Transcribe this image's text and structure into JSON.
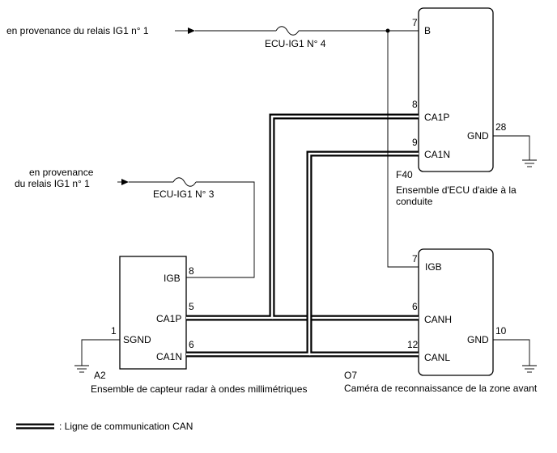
{
  "sources": {
    "top": "en provenance du relais IG1 n° 1",
    "left_line1": "en provenance",
    "left_line2": "du relais IG1 n° 1"
  },
  "fuses": {
    "fuse1": "ECU-IG1 N° 4",
    "fuse2": "ECU-IG1 N° 3"
  },
  "components": {
    "f40": {
      "code": "F40",
      "name_line1": "Ensemble d'ECU d'aide à la",
      "name_line2": "conduite",
      "pins": {
        "b": {
          "num": "7",
          "label": "B"
        },
        "ca1p": {
          "num": "8",
          "label": "CA1P"
        },
        "ca1n": {
          "num": "9",
          "label": "CA1N"
        },
        "gnd": {
          "num": "28",
          "label": "GND"
        }
      }
    },
    "a2": {
      "code": "A2",
      "name": "Ensemble de capteur radar à ondes millimétriques",
      "pins": {
        "igb": {
          "num": "8",
          "label": "IGB"
        },
        "ca1p": {
          "num": "5",
          "label": "CA1P"
        },
        "ca1n": {
          "num": "6",
          "label": "CA1N"
        },
        "sgnd": {
          "num": "1",
          "label": "SGND"
        }
      }
    },
    "o7": {
      "code": "O7",
      "name": "Caméra de reconnaissance de la zone avant",
      "pins": {
        "igb": {
          "num": "7",
          "label": "IGB"
        },
        "canh": {
          "num": "6",
          "label": "CANH"
        },
        "canl": {
          "num": "12",
          "label": "CANL"
        },
        "gnd": {
          "num": "10",
          "label": "GND"
        }
      }
    }
  },
  "legend": {
    "text": ": Ligne de communication CAN"
  }
}
